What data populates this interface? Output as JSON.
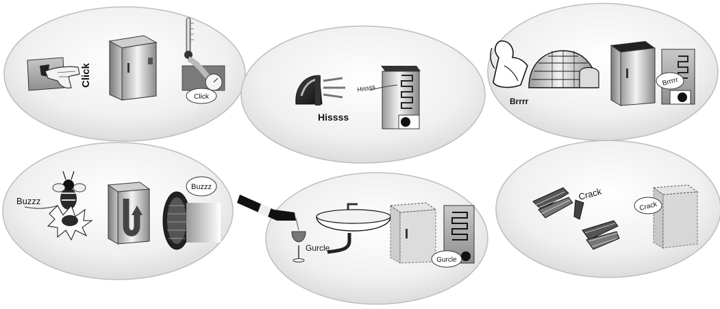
{
  "panels": [
    {
      "id": "click",
      "labels": {
        "switch_sound": "Click",
        "thermostat_sound": "Click"
      },
      "icons": [
        "light-switch-icon",
        "hand-icon",
        "refrigerator-icon",
        "thermometer-icon",
        "dial-icon"
      ]
    },
    {
      "id": "hiss",
      "labels": {
        "iron_sound": "Hissss",
        "coil_sound": "Hissss"
      },
      "icons": [
        "clothes-iron-icon",
        "fridge-coil-icon"
      ]
    },
    {
      "id": "brrr",
      "labels": {
        "person_sound": "Brrrr",
        "fridge_sound": "Brrrrr"
      },
      "icons": [
        "shivering-person-icon",
        "igloo-icon",
        "refrigerator-icon",
        "fridge-back-icon"
      ]
    },
    {
      "id": "buzz",
      "labels": {
        "bee_sound": "Buzzz",
        "fan_sound": "Buzzz"
      },
      "icons": [
        "bee-icon",
        "flower-icon",
        "fridge-airflow-icon",
        "fan-icon"
      ]
    },
    {
      "id": "gurgle",
      "labels": {
        "sink_sound": "Gurcle",
        "coil_sound": "Gurcle"
      },
      "icons": [
        "wine-bottle-icon",
        "wine-glass-icon",
        "sink-icon",
        "transparent-fridge-icon",
        "fridge-coil-icon"
      ]
    },
    {
      "id": "crack",
      "labels": {
        "ice_sound": "Crack",
        "fridge_sound": "Crack"
      },
      "icons": [
        "ice-shards-icon",
        "transparent-fridge-icon"
      ]
    }
  ],
  "colors": {
    "panel_fill": "#efefef",
    "panel_stroke": "#b5b5b5",
    "metal_light": "#e6e6e6",
    "metal_dark": "#7a7a7a",
    "ink": "#111111"
  }
}
